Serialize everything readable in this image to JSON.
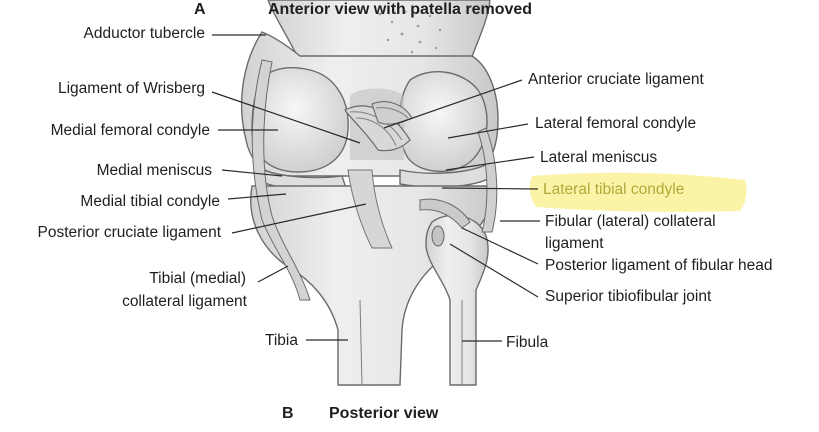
{
  "headings": {
    "top_letter": "A",
    "top_title": "Anterior view with patella removed",
    "bottom_letter": "B",
    "bottom_title": "Posterior view"
  },
  "labels": {
    "adductor_tubercle": "Adductor tubercle",
    "ligament_of_wrisberg": "Ligament of Wrisberg",
    "medial_femoral_condyle": "Medial femoral condyle",
    "medial_meniscus": "Medial meniscus",
    "medial_tibial_condyle": "Medial tibial condyle",
    "posterior_cruciate_ligament": "Posterior cruciate ligament",
    "tibial_collateral_line1": "Tibial (medial)",
    "tibial_collateral_line2": "collateral ligament",
    "tibia": "Tibia",
    "anterior_cruciate_ligament": "Anterior cruciate ligament",
    "lateral_femoral_condyle": "Lateral femoral condyle",
    "lateral_meniscus": "Lateral meniscus",
    "lateral_tibial_condyle": "Lateral tibial condyle",
    "fibular_collateral_line1": "Fibular (lateral) collateral",
    "fibular_collateral_line2": "ligament",
    "posterior_ligament_fibular_head": "Posterior ligament of fibular head",
    "superior_tibiofibular_joint": "Superior tibiofibular joint",
    "fibula": "Fibula"
  },
  "highlight": {
    "target": "lateral_tibial_condyle",
    "color": "#fbf3a6",
    "text_color": "#b2a93a"
  },
  "colors": {
    "bone": "#e9e9e9",
    "bone_shade": "#d4d4d4",
    "ligament": "#dcdcdc",
    "leader": "#2a2a2a"
  }
}
